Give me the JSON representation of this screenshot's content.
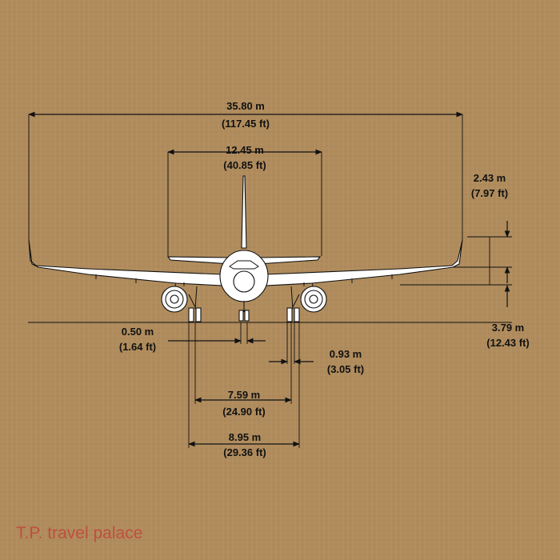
{
  "dimensions": {
    "wingspan": {
      "m": "35.80 m",
      "ft": "(117.45 ft)"
    },
    "tailplane_span": {
      "m": "12.45 m",
      "ft": "(40.85 ft)"
    },
    "winglet_height": {
      "m": "2.43 m",
      "ft": "(7.97 ft)"
    },
    "wingtip_height": {
      "m": "3.79 m",
      "ft": "(12.43 ft)"
    },
    "nose_gear_track": {
      "m": "0.50 m",
      "ft": "(1.64 ft)"
    },
    "main_wheel_track": {
      "m": "0.93 m",
      "ft": "(3.05 ft)"
    },
    "main_gear_track": {
      "m": "7.59 m",
      "ft": "(24.90 ft)"
    },
    "main_gear_outer": {
      "m": "8.95 m",
      "ft": "(29.36 ft)"
    }
  },
  "watermark": {
    "text": "T.P.  travel  palace"
  },
  "colors": {
    "background": "#b08c5d",
    "ink": "#111111",
    "watermark": "#c43a34"
  }
}
